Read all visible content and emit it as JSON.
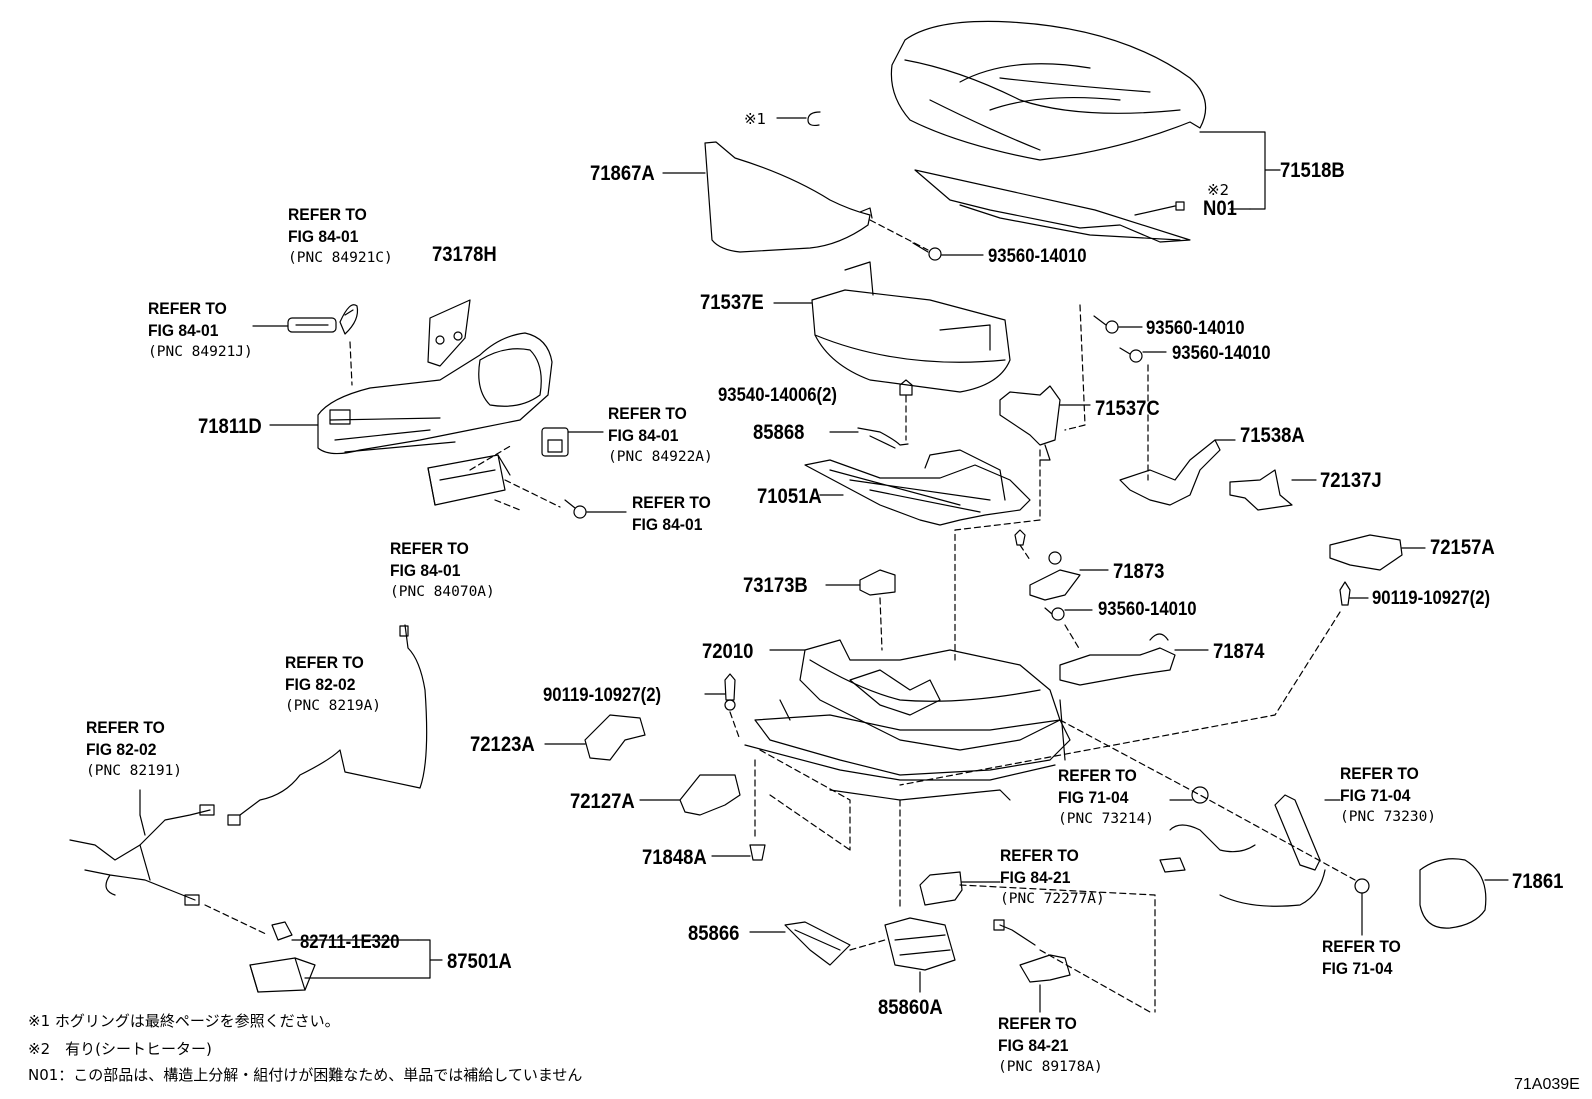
{
  "parts": {
    "p71518B": "71518B",
    "pN01": "N01",
    "p71867A": "71867A",
    "p93560_a": "93560-14010",
    "p71537E": "71537E",
    "p93560_b": "93560-14010",
    "p93560_c": "93560-14010",
    "p93540": "93540-14006(2)",
    "p71537C": "71537C",
    "p85868": "85868",
    "p71538A": "71538A",
    "p72137J": "72137J",
    "p71051A": "71051A",
    "p73178H": "73178H",
    "p71811D": "71811D",
    "p72157A": "72157A",
    "p71873": "71873",
    "p90119_r": "90119-10927(2)",
    "p73173B": "73173B",
    "p93560_d": "93560-14010",
    "p72010": "72010",
    "p71874": "71874",
    "p90119_l": "90119-10927(2)",
    "p72123A": "72123A",
    "p72127A": "72127A",
    "p71848A": "71848A",
    "p71861": "71861",
    "p85866": "85866",
    "p85860A": "85860A",
    "p82711": "82711-1E320",
    "p87501A": "87501A"
  },
  "refs": {
    "r1": {
      "a": "REFER TO",
      "b": "FIG 84-01",
      "c": "(PNC 84921C)"
    },
    "r2": {
      "a": "REFER TO",
      "b": "FIG 84-01",
      "c": "(PNC 84921J)"
    },
    "r3": {
      "a": "REFER TO",
      "b": "FIG 84-01",
      "c": "(PNC 84922A)"
    },
    "r4": {
      "a": "REFER TO",
      "b": "FIG 84-01"
    },
    "r5": {
      "a": "REFER TO",
      "b": "FIG 84-01",
      "c": "(PNC 84070A)"
    },
    "r6": {
      "a": "REFER TO",
      "b": "FIG 82-02",
      "c": "(PNC 8219A)"
    },
    "r7": {
      "a": "REFER TO",
      "b": "FIG 82-02",
      "c": "(PNC 82191)"
    },
    "r8": {
      "a": "REFER TO",
      "b": "FIG 71-04",
      "c": "(PNC 73214)"
    },
    "r9": {
      "a": "REFER TO",
      "b": "FIG 71-04",
      "c": "(PNC 73230)"
    },
    "r10": {
      "a": "REFER TO",
      "b": "FIG 84-21",
      "c": "(PNC 72277A)"
    },
    "r11": {
      "a": "REFER TO",
      "b": "FIG 71-04"
    },
    "r12": {
      "a": "REFER TO",
      "b": "FIG 84-21",
      "c": "(PNC 89178A)"
    }
  },
  "marks": {
    "m1": "※1",
    "m2": "※2"
  },
  "notes": {
    "n1": "※1 ホグリングは最終ページを参照ください。",
    "n2": "※2　有り(シートヒーター)",
    "n3": "N01：この部品は、構造上分解・組付けが困難なため、単品では補給していません"
  },
  "figure_code": "71A039E"
}
